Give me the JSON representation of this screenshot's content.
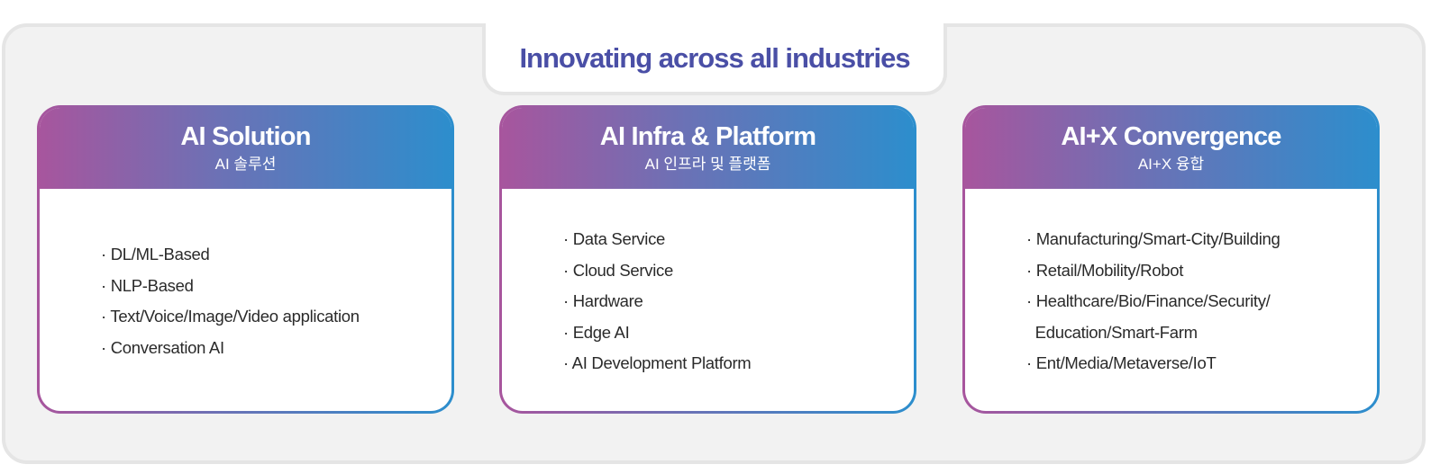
{
  "title": "Innovating across all industries",
  "colors": {
    "title": "#4a4fa6",
    "gradient_start": "#a8559d",
    "gradient_end": "#2c8ecd",
    "panel_background": "#f2f2f2"
  },
  "cards": [
    {
      "title": "AI Solution",
      "subtitle": "AI 솔루션",
      "items": [
        "· DL/ML-Based",
        "· NLP-Based",
        "· Text/Voice/Image/Video application",
        "· Conversation AI"
      ]
    },
    {
      "title": "AI Infra & Platform",
      "subtitle": "AI 인프라 및 플랫폼",
      "items": [
        "· Data Service",
        "· Cloud Service",
        "· Hardware",
        "· Edge AI",
        "· AI Development Platform"
      ]
    },
    {
      "title": "AI+X Convergence",
      "subtitle": "AI+X 융합",
      "items": [
        "· Manufacturing/Smart-City/Building",
        "· Retail/Mobility/Robot",
        "· Healthcare/Bio/Finance/Security/",
        "  Education/Smart-Farm",
        "· Ent/Media/Metaverse/IoT"
      ]
    }
  ]
}
